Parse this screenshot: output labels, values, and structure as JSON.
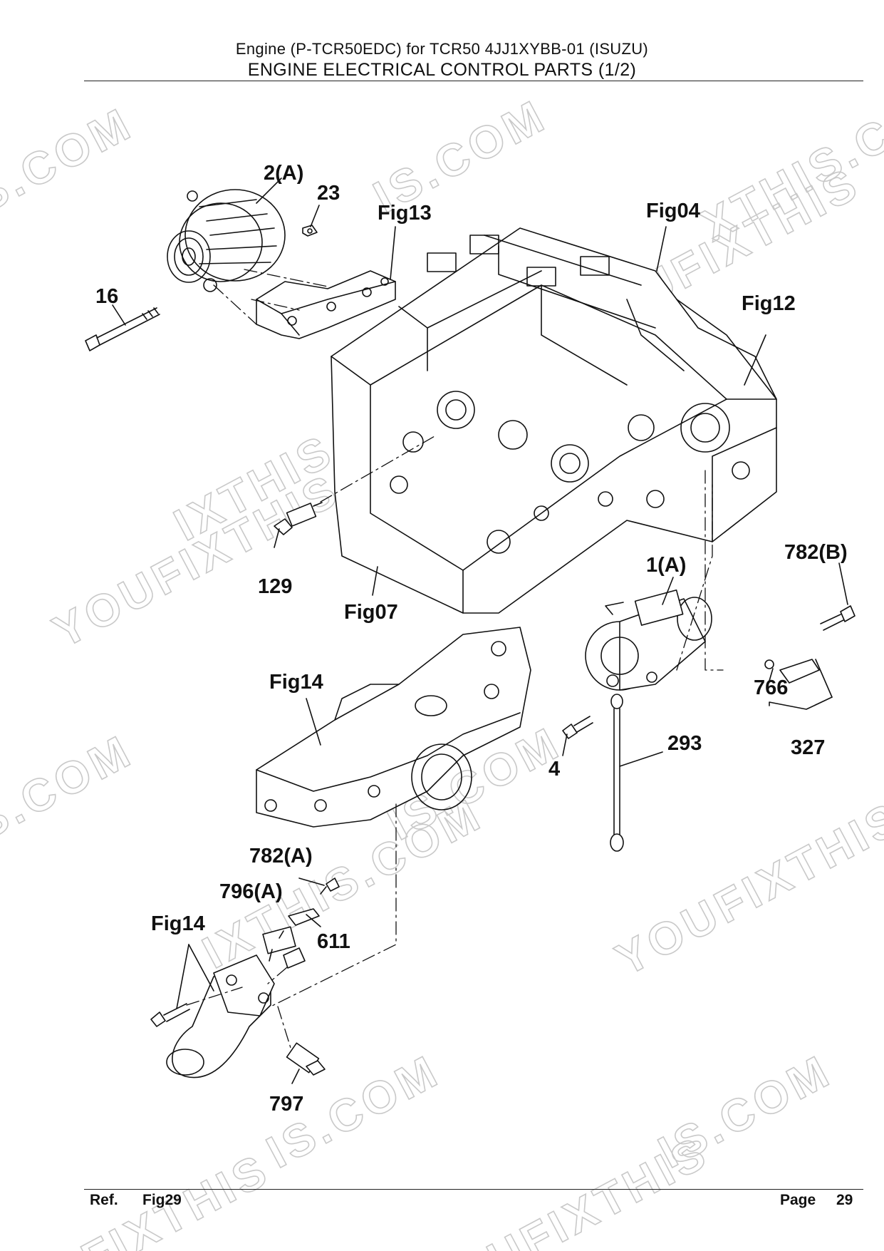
{
  "header": {
    "line1": "Engine (P-TCR50EDC) for TCR50 4JJ1XYBB-01 (ISUZU)",
    "title": "ENGINE ELECTRICAL CONTROL PARTS (1/2)"
  },
  "callouts": {
    "alternator": "2(A)",
    "nut": "23",
    "bolt_long": "16",
    "fig13": "Fig13",
    "fig04": "Fig04",
    "fig12": "Fig12",
    "sensor_129": "129",
    "fig07": "Fig07",
    "starter": "1(A)",
    "bolt_782b": "782(B)",
    "oring_766": "766",
    "assy_327": "327",
    "fig14_manifold": "Fig14",
    "bolt_4": "4",
    "cable_293": "293",
    "bolt_782a": "782(A)",
    "sensor_796a": "796(A)",
    "bracket_611": "611",
    "fig14_pipe": "Fig14",
    "sensor_797": "797"
  },
  "watermark": {
    "brand": "YOUFIXTHIS",
    "domain": ".COM",
    "fragments": [
      "S.COM",
      "IS.COM",
      "YOUFIXTHIS",
      "S.COM",
      "IXTHIS",
      "YOUFIXTHIS",
      "S.COM",
      "IS.COM",
      "IXTHIS.COM",
      "YOUFIXTHIS",
      "IS.COM",
      "IS.COM",
      "FIXTHIS",
      "UFIXTHIS",
      "XTHIS.COM"
    ]
  },
  "footer": {
    "ref_label": "Ref.",
    "ref_value": "Fig29",
    "page_label": "Page",
    "page_number": "29"
  }
}
